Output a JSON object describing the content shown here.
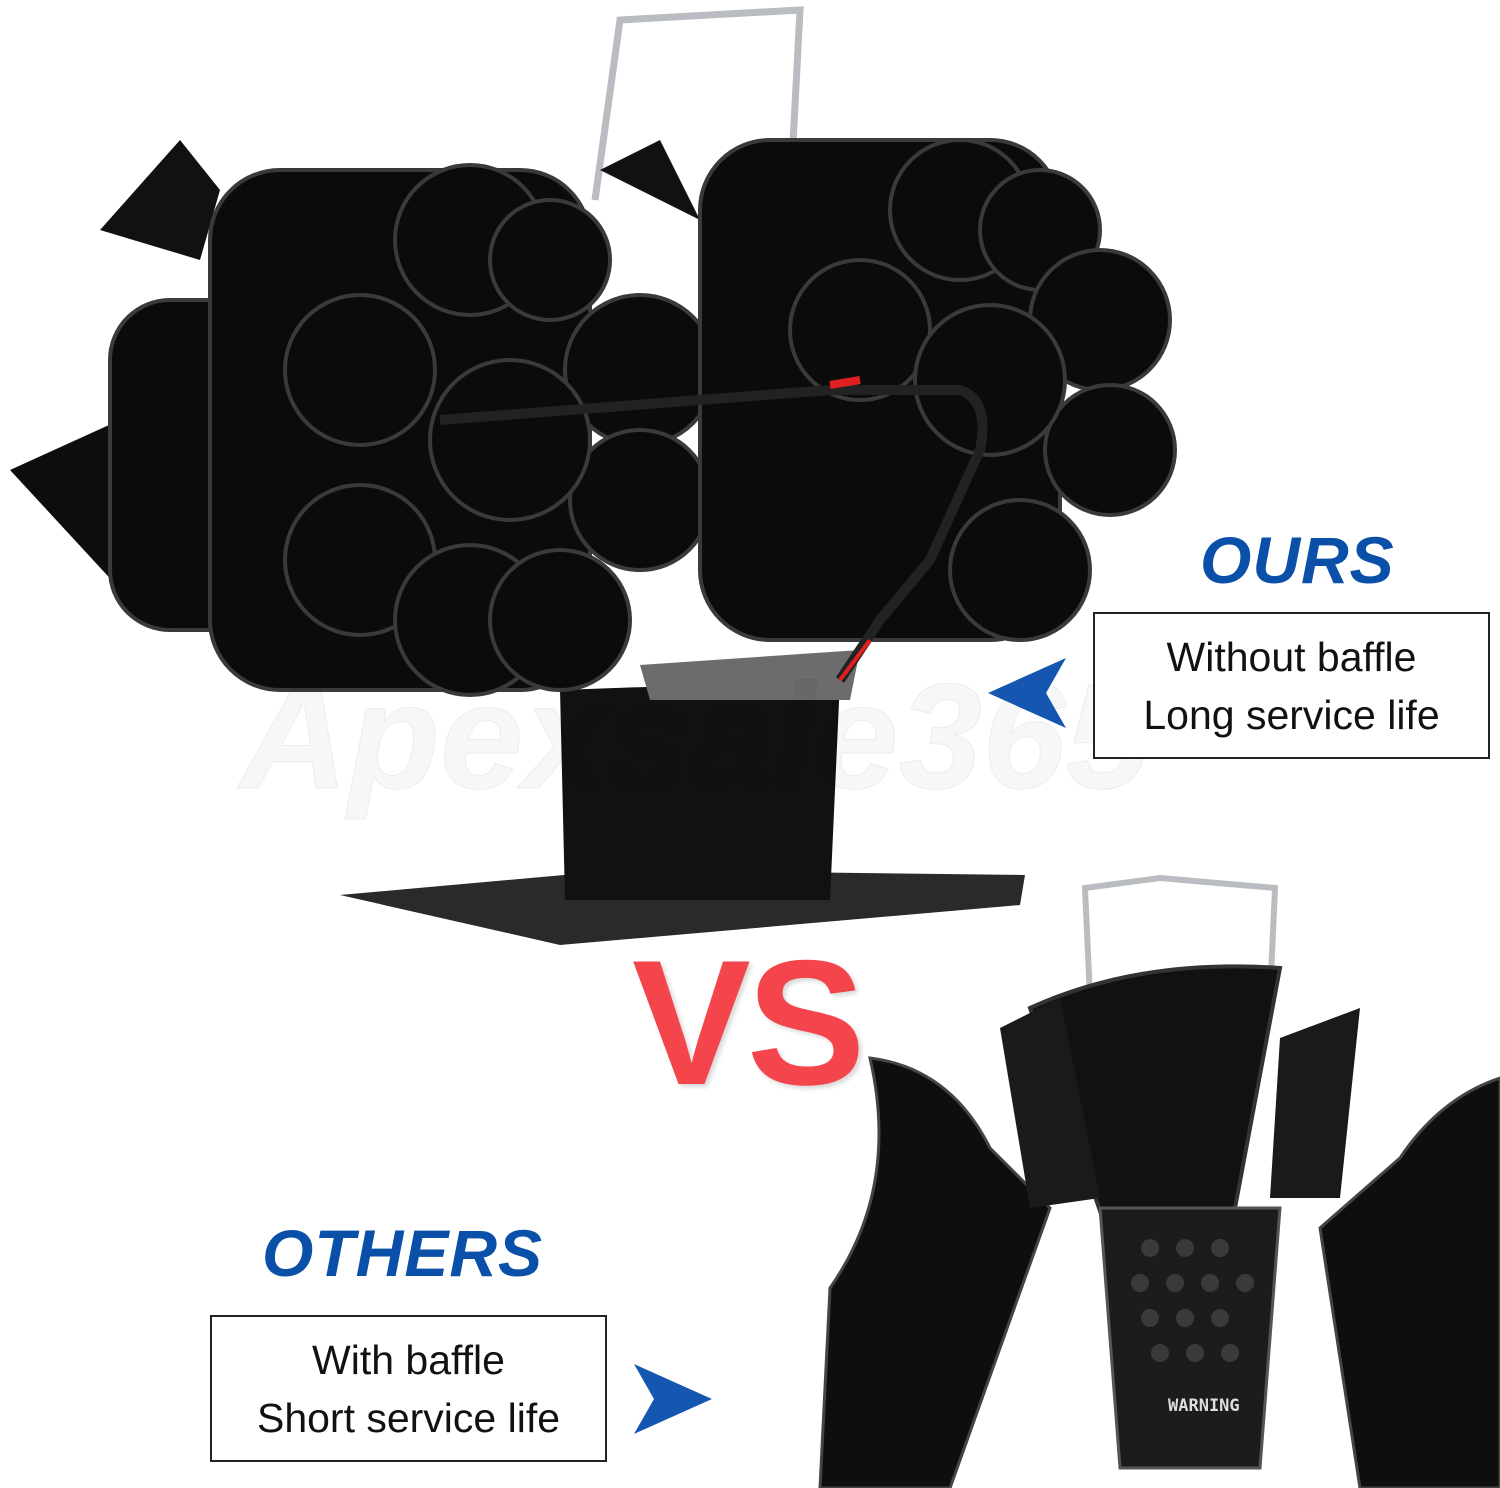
{
  "ours": {
    "heading": "OURS",
    "line1": "Without baffle",
    "line2": "Long service life"
  },
  "versus": "VS",
  "others": {
    "heading": "OTHERS",
    "line1": "With baffle",
    "line2": "Short service life"
  },
  "warning_label": "WARNING",
  "watermark": "Apexsale365",
  "colors": {
    "heading_blue": "#0a4fa8",
    "vs_red": "#f3454b",
    "arrow_blue": "#1557b0"
  }
}
